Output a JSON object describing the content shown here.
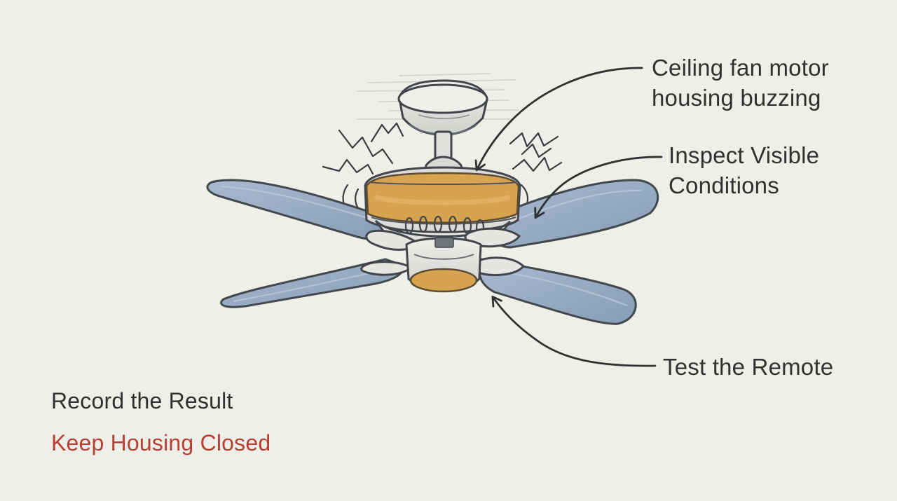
{
  "diagram": {
    "labels": {
      "motor_housing": [
        "Ceiling fan motor",
        "housing buzzing"
      ],
      "visible_conditions": [
        "Inspect Visible",
        "Conditions"
      ],
      "remote": "Test the Remote"
    },
    "actions": {
      "record": "Record the Result",
      "warning": "Keep Housing Closed"
    },
    "colors": {
      "background": "#efefea",
      "blade": "#98adc3",
      "housing_accent": "#d8a34f",
      "metal": "#e0e1dd",
      "outline": "#4b4f54",
      "warning": "#b84032"
    }
  }
}
